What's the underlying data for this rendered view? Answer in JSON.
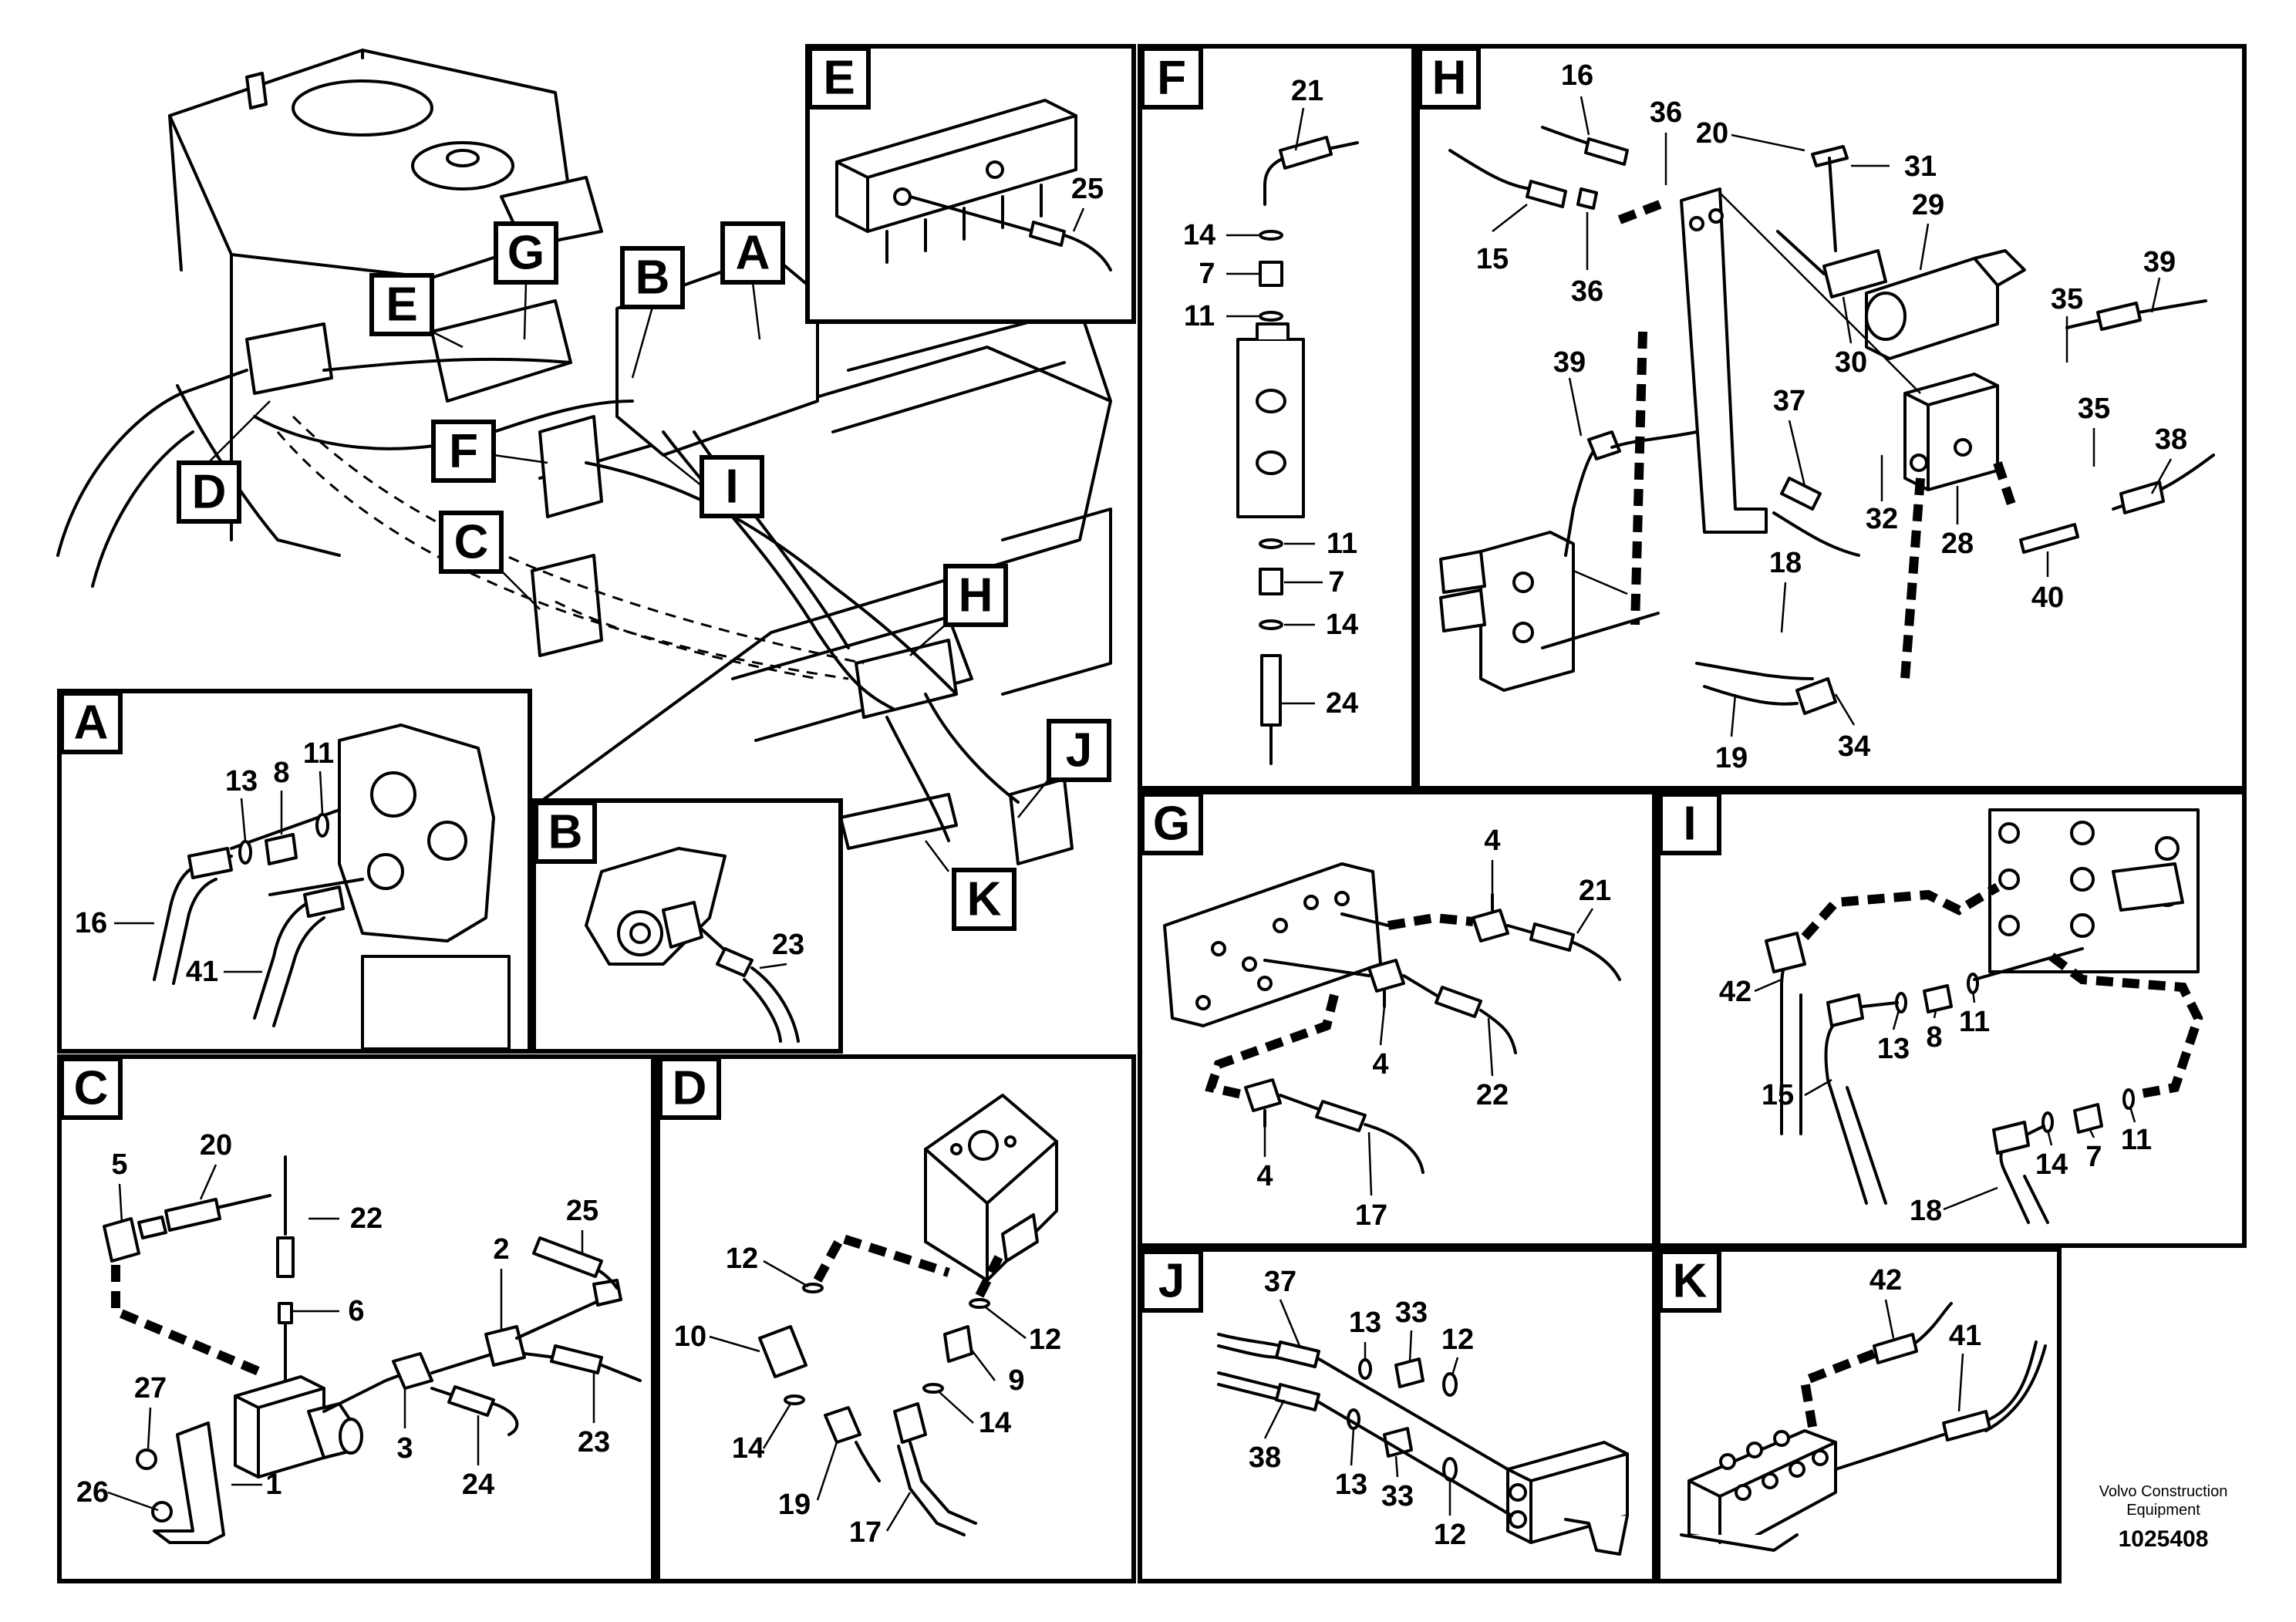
{
  "overview": {
    "callouts": [
      "A",
      "B",
      "C",
      "D",
      "E",
      "F",
      "G",
      "H",
      "I",
      "J",
      "K"
    ]
  },
  "panels": {
    "A": {
      "label": "A",
      "parts": [
        "13",
        "8",
        "11",
        "16",
        "41"
      ]
    },
    "B": {
      "label": "B",
      "parts": [
        "23"
      ]
    },
    "C": {
      "label": "C",
      "parts": [
        "5",
        "20",
        "22",
        "6",
        "25",
        "2",
        "27",
        "3",
        "23",
        "24",
        "26",
        "1"
      ]
    },
    "D": {
      "label": "D",
      "parts": [
        "12",
        "10",
        "12",
        "9",
        "14",
        "14",
        "19",
        "17"
      ]
    },
    "E": {
      "label": "E",
      "parts": [
        "25"
      ]
    },
    "F": {
      "label": "F",
      "parts": [
        "21",
        "14",
        "7",
        "11",
        "11",
        "7",
        "14",
        "24"
      ]
    },
    "G": {
      "label": "G",
      "parts": [
        "4",
        "21",
        "4",
        "22",
        "4",
        "17"
      ]
    },
    "H": {
      "label": "H",
      "parts": [
        "16",
        "36",
        "20",
        "31",
        "15",
        "36",
        "29",
        "39",
        "35",
        "39",
        "37",
        "35",
        "38",
        "32",
        "28",
        "30",
        "18",
        "40",
        "19",
        "34"
      ]
    },
    "I": {
      "label": "I",
      "parts": [
        "42",
        "13",
        "8",
        "11",
        "15",
        "14",
        "7",
        "11",
        "18"
      ]
    },
    "J": {
      "label": "J",
      "parts": [
        "37",
        "13",
        "33",
        "12",
        "38",
        "13",
        "33",
        "12"
      ]
    },
    "K": {
      "label": "K",
      "parts": [
        "42",
        "41"
      ]
    }
  },
  "footer": {
    "brand_line1": "Volvo Construction",
    "brand_line2": "Equipment",
    "doc_number": "1025408"
  }
}
